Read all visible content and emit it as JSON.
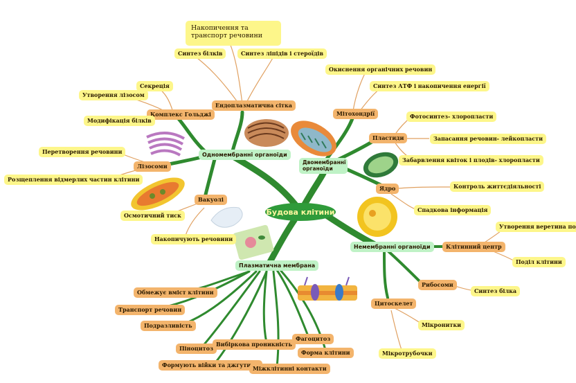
{
  "center": "Будова клітини",
  "branches": {
    "single": "Одномембранні органоїди",
    "double": "Двомембранні органоїди",
    "none": "Немембранні органоїди",
    "plasma": "Плазматична мембрана"
  },
  "er": {
    "name": "Ендоплазматична сітка",
    "top": "Накопичення та транспорт речовини",
    "proteins": "Синтез білків",
    "lipids": "Синтез ліпідів і стероїдів"
  },
  "golgi": {
    "name": "Комплекс Гольджі",
    "secretion": "Секреція",
    "lysosomes": "Утворення лізосом",
    "modification": "Модифікація білків"
  },
  "lysosomes": {
    "name": "Лізосоми",
    "transform": "Перетворення речовини",
    "digest": "Розщеплення відмерлих частин клітини"
  },
  "vacuoles": {
    "name": "Вакуолі",
    "osmotic": "Осмотичний тиск",
    "accumulate": "Накопичують речовини"
  },
  "mito": {
    "name": "Мітохондрії",
    "oxidation": "Окиснення органічних речовин",
    "atp": "Синтез АТФ і накопичення енергії"
  },
  "plastids": {
    "name": "Пластиди",
    "photo": "Фотосинтез- хлоропласти",
    "store": "Запасання речовин- лейкопласти",
    "color": "Забарвлення квіток і плодів- хлоропласти"
  },
  "nucleus": {
    "name": "Ядро",
    "control": "Контроль життєдіяльності",
    "heredity": "Спадкова інформація"
  },
  "centriole": {
    "name": "Клітинний центр",
    "spindle": "Утворення веретина поділу",
    "division": "Поділ клітини"
  },
  "ribosomes": {
    "name": "Рибосоми",
    "synthesis": "Синтез білка"
  },
  "cytoskeleton": {
    "name": "Цитоскелет",
    "filaments": "Мікронитки",
    "tubules": "Мікротрубочки"
  },
  "membrane": {
    "limits": "Обмежує вміст клітини",
    "transport": "Транспорт речовин",
    "irritability": "Подразливість",
    "pinocytosis": "Піноцитоз",
    "selective": "Вибіркова проникність",
    "phagocytosis": "Фагоцитоз",
    "shape": "Форма клітини",
    "cilia": "Формують війки та джгутики",
    "contacts": "Міжклітинні контакти"
  },
  "colors": {
    "branch": "#2f8a2f",
    "thin_line": "#e0a060",
    "yellow_box": "#fdf68a",
    "orange_box": "#f3b46c",
    "green_box": "#bff2c6",
    "center": "#2f9b3a"
  }
}
